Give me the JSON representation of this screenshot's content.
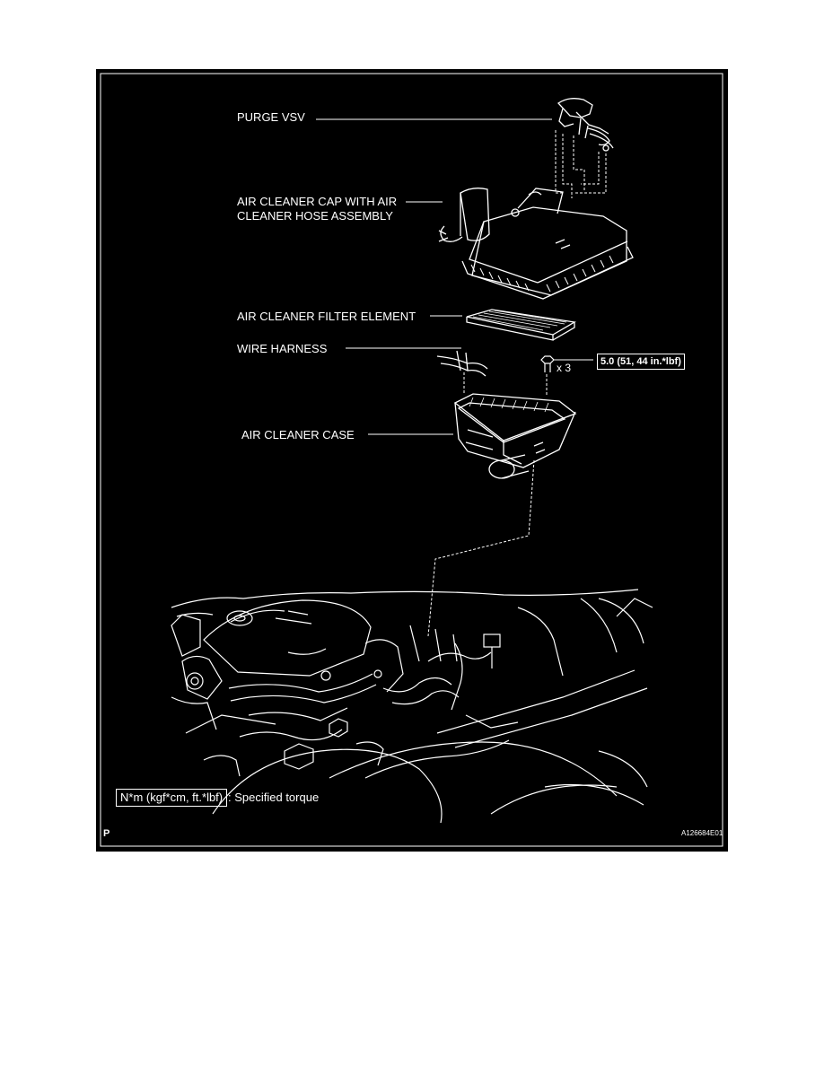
{
  "labels": {
    "purge_vsv": "PURGE VSV",
    "air_cleaner_cap_line1": "AIR CLEANER CAP WITH AIR",
    "air_cleaner_cap_line2": "CLEANER HOSE ASSEMBLY",
    "filter_element": "AIR CLEANER FILTER ELEMENT",
    "wire_harness": "WIRE HARNESS",
    "air_cleaner_case": "AIR CLEANER CASE"
  },
  "torque": {
    "value": "5.0 (51, 44 in.*lbf)",
    "quantity": "x 3"
  },
  "legend": {
    "unit_box": "N*m (kgf*cm, ft.*lbf)",
    "description": ": Specified torque"
  },
  "corner_letter": "P",
  "figure_id": "A126684E01",
  "colors": {
    "background": "#000000",
    "line": "#ffffff",
    "page": "#ffffff"
  }
}
